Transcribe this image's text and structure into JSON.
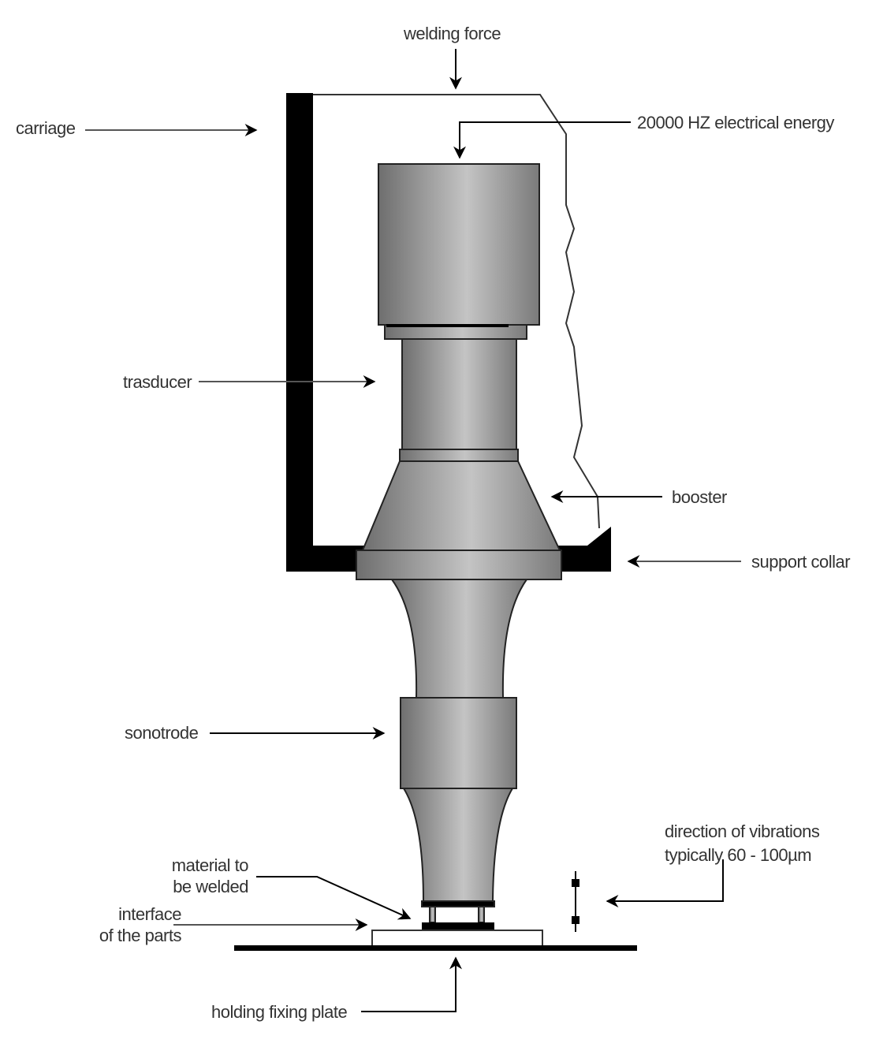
{
  "labels": {
    "welding_force": "welding force",
    "electrical_energy": "20000 HZ electrical energy",
    "carriage": "carriage",
    "transducer": "trasducer",
    "booster": "booster",
    "support_collar": "support collar",
    "sonotrode": "sonotrode",
    "vibrations_line1": "direction of vibrations",
    "vibrations_line2": "typically 60 - 100µm",
    "material_line1": "material to",
    "material_line2": "be welded",
    "interface_line1": "interface",
    "interface_line2": "of the parts",
    "holding_plate": "holding fixing plate"
  },
  "colors": {
    "metal_dark": "#6e6e6e",
    "metal_light": "#c8c8c8",
    "ink": "#000000"
  }
}
